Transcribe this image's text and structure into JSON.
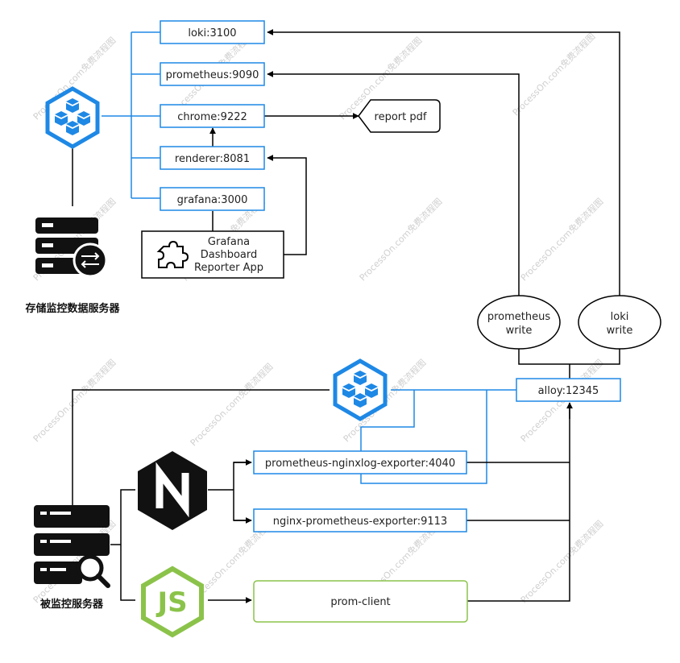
{
  "nodes": {
    "loki": "loki:3100",
    "prometheus": "prometheus:9090",
    "chrome": "chrome:9222",
    "renderer": "renderer:8081",
    "grafana": "grafana:3000",
    "report": "report pdf",
    "reporter_app": [
      "Grafana",
      "Dashboard",
      "Reporter App"
    ],
    "prometheus_write": [
      "prometheus",
      "write"
    ],
    "loki_write": [
      "loki",
      "write"
    ],
    "alloy": "alloy:12345",
    "nginxlog_exporter": "prometheus-nginxlog-exporter:4040",
    "nginx_exporter": "nginx-prometheus-exporter:9113",
    "prom_client": "prom-client"
  },
  "servers": {
    "storage": "存储监控数据服务器",
    "monitored": "被监控服务器"
  },
  "icons": {
    "top_cluster": "container-cluster-icon",
    "storage_server": "server-sync-icon",
    "bottom_cluster": "container-cluster-icon",
    "monitored_server": "server-search-icon",
    "nginx": "nginx-logo",
    "nodejs": "nodejs-logo",
    "plugin": "puzzle-plugin-icon"
  },
  "colors": {
    "blue": "#1e88e5",
    "green": "#8bc34a",
    "line": "#000000"
  },
  "watermark": "ProcessOn.com免费流程图"
}
